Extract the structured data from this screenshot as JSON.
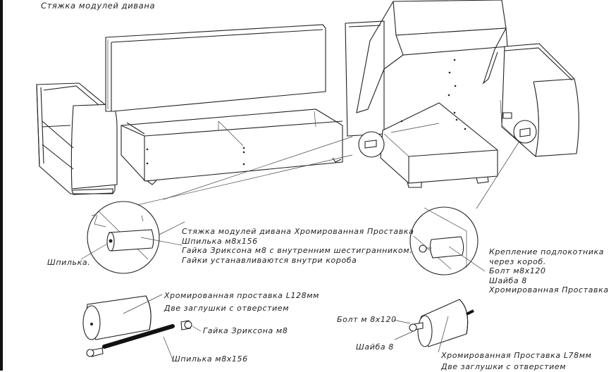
{
  "title": "Стяжка модулей дивана",
  "callouts": {
    "detail_left_text": [
      "Стяжка модулей дивана Хромированная Проставка",
      "Шпилька м8х156",
      "Гайка Зриксона м8 с внутренним шестигранником.",
      "Гайки устанавливаются внутри короба"
    ],
    "detail_left_pin": "Шпилька.",
    "detail_right_text": [
      "Крепление подлокотника",
      "через короб.",
      "Болт м8х120",
      "Шайба 8",
      "Хромированная Проставка"
    ]
  },
  "parts_left": {
    "spacer": "Хромированная проставка L128мм",
    "caps": "Две заглушки с отверстием",
    "nut": "Гайка Зриксона м8",
    "stud": "Шпилька м8х156"
  },
  "parts_right": {
    "bolt": "Болт м 8х120",
    "washer": "Шайба 8",
    "spacer": "Хромированная Проставка L78мм",
    "caps": "Две заглушки с отверстием"
  }
}
